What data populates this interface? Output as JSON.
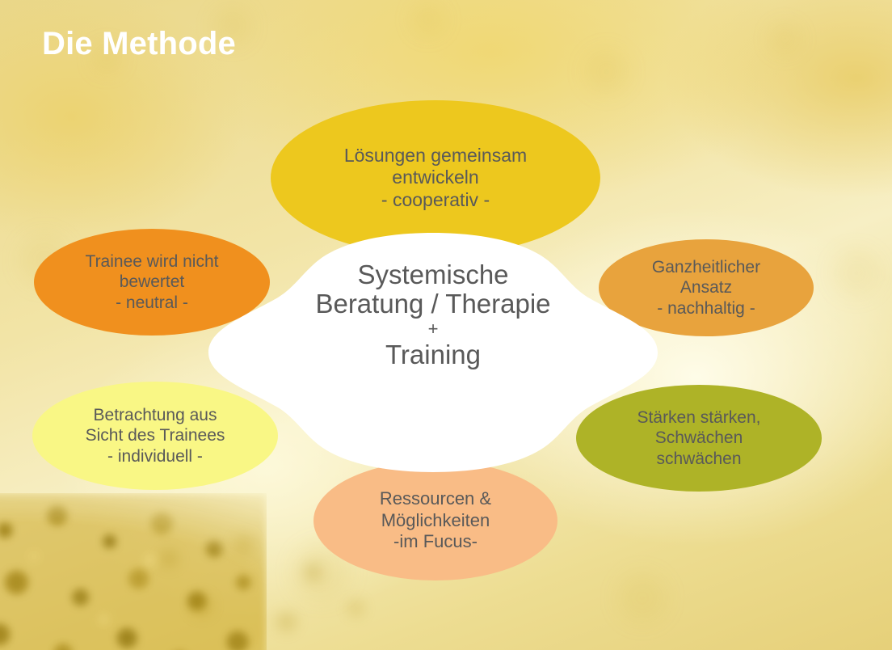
{
  "slide": {
    "title": "Die Methode",
    "title_color": "#ffffff",
    "background_color": "#ecd98a",
    "text_color": "#595959"
  },
  "center": {
    "line1": "Systemische",
    "line2": "Beratung / Therapie",
    "plus": "+",
    "line3": "Training",
    "shape_color": "#ffffff"
  },
  "bubbles": [
    {
      "id": "top",
      "name": "bubble-loesungen",
      "text": "Lösungen gemeinsam\nentwickeln\n- cooperativ -",
      "color": "#edc81e"
    },
    {
      "id": "left-up",
      "name": "bubble-trainee-neutral",
      "text": "Trainee wird nicht\nbewertet\n- neutral -",
      "color": "#f0901e"
    },
    {
      "id": "right-up",
      "name": "bubble-ganzheitlicher-ansatz",
      "text": "Ganzheitlicher\nAnsatz\n- nachhaltig -",
      "color": "#e8a33d"
    },
    {
      "id": "left-dn",
      "name": "bubble-betrachtung-individuell",
      "text": "Betrachtung aus\nSicht des Trainees\n- individuell -",
      "color": "#f9f785"
    },
    {
      "id": "right-dn",
      "name": "bubble-staerken-schwaechen",
      "text": "Stärken stärken,\nSchwächen\nschwächen",
      "color": "#aeb327"
    },
    {
      "id": "bottom",
      "name": "bubble-ressourcen-fucus",
      "text": "Ressourcen &\nMöglichkeiten\n-im Fucus-",
      "color": "#f9bc86"
    }
  ]
}
